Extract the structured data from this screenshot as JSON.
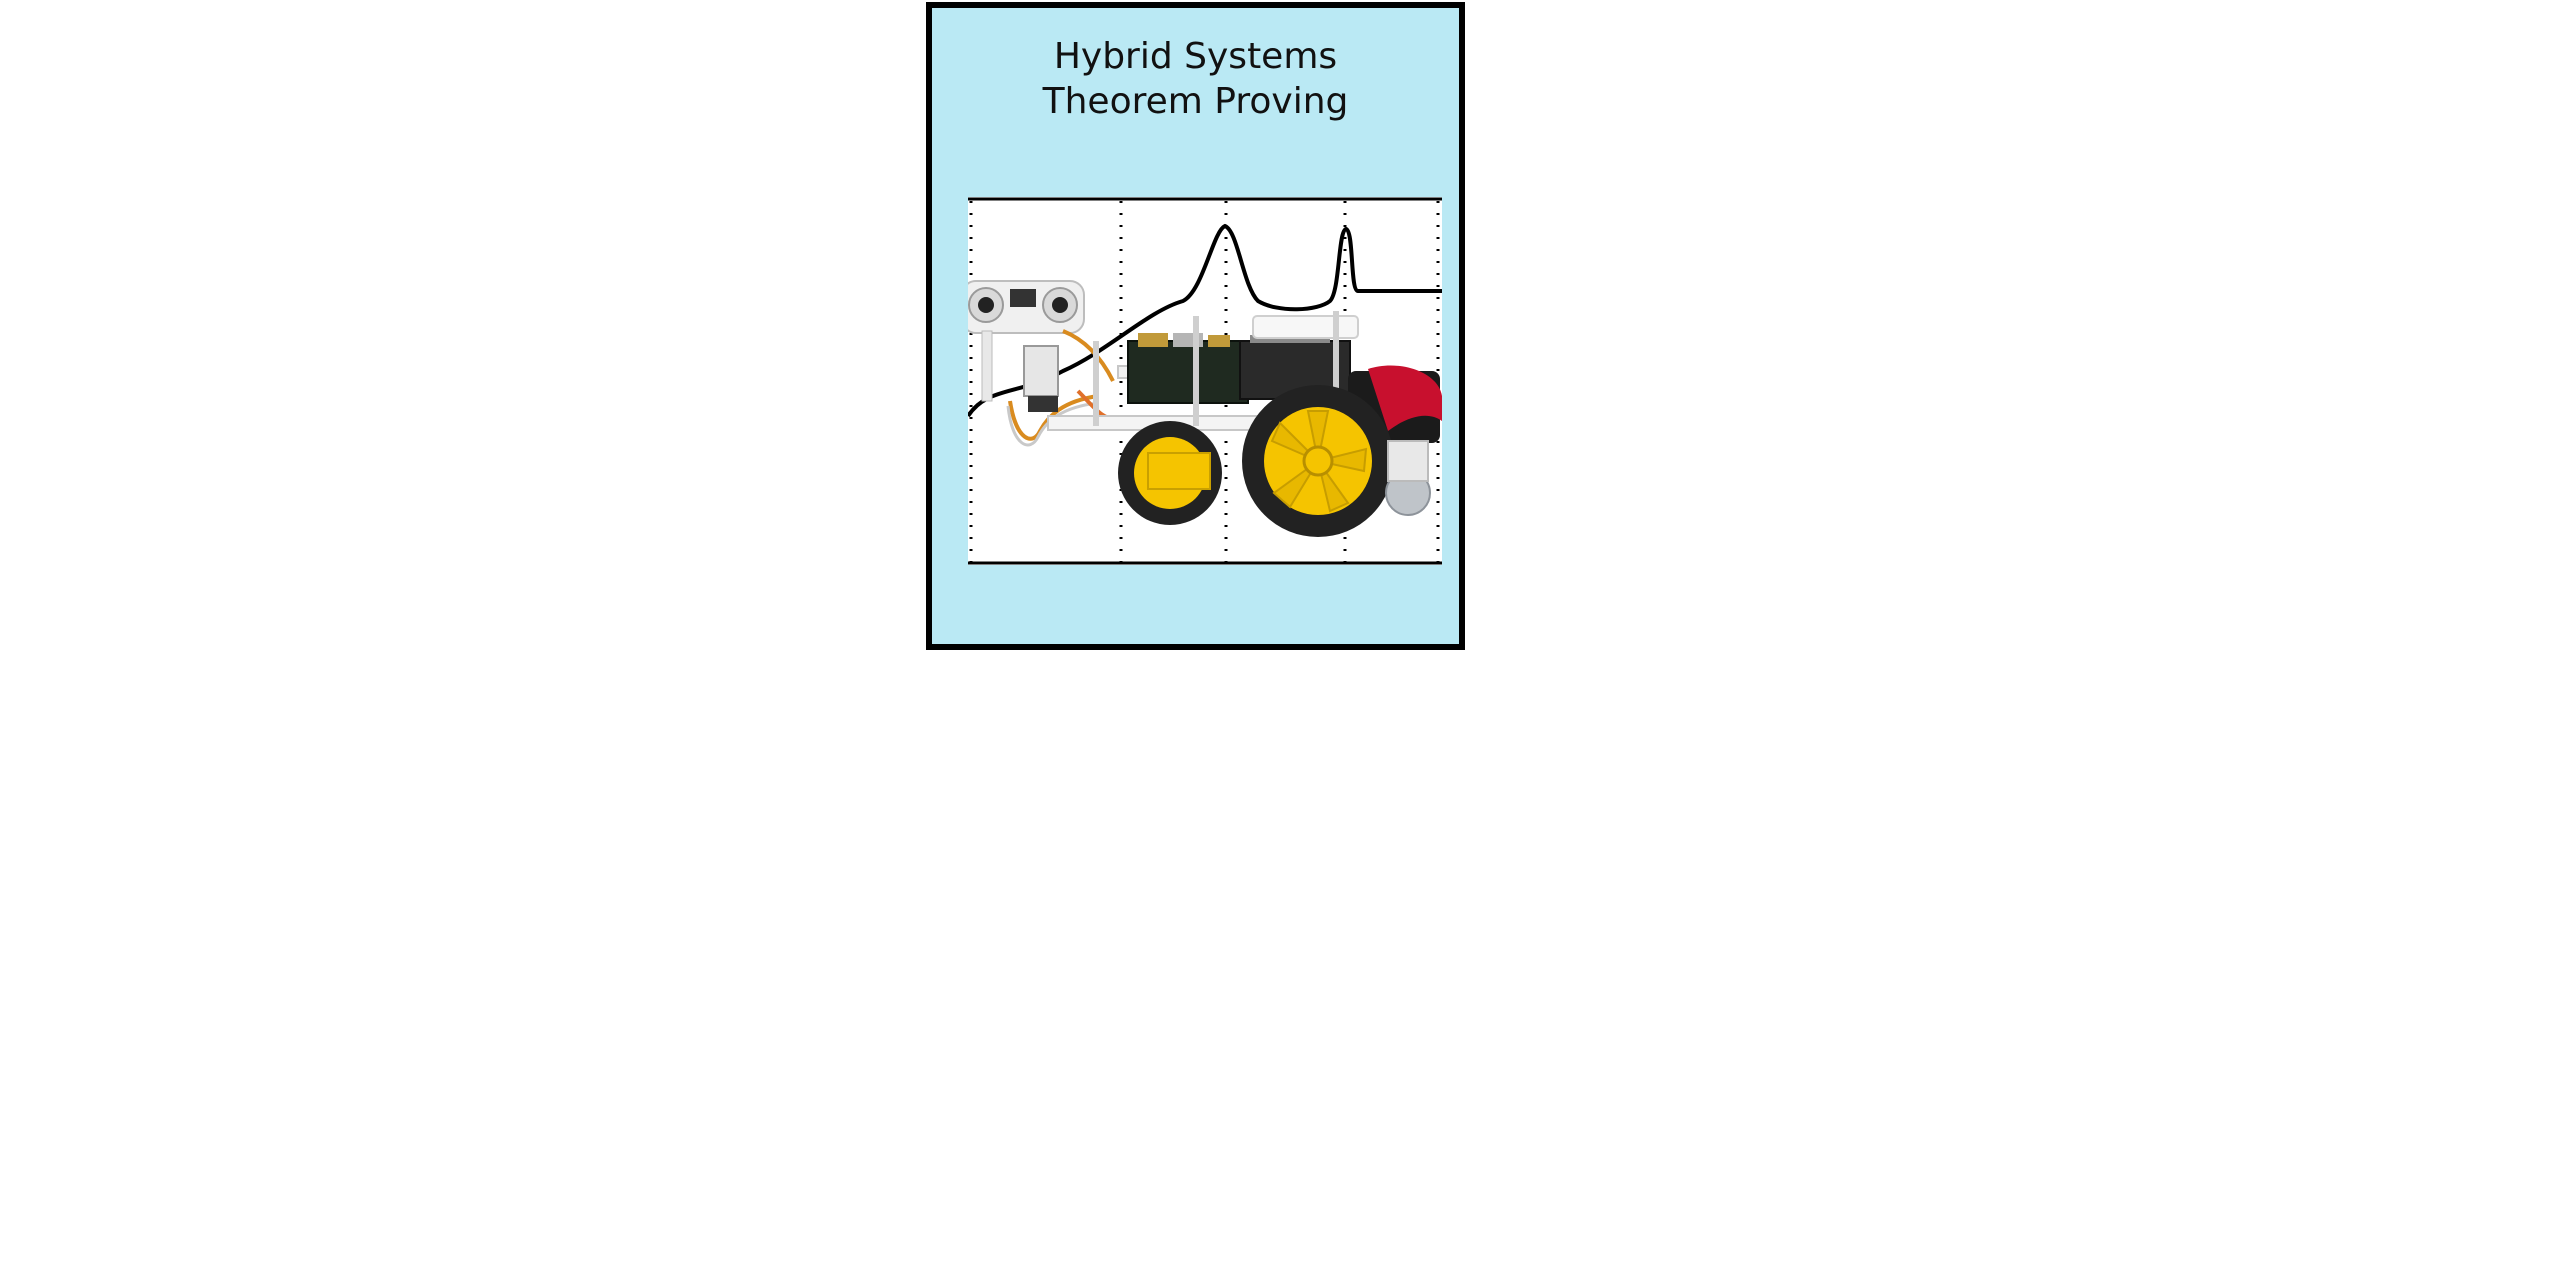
{
  "poster": {
    "title_line1": "Hybrid Systems",
    "title_line2": "Theorem Proving",
    "background_color": "#bae9f4",
    "border_color": "#000000"
  },
  "illustration": {
    "subject": "robot-car-on-signal-chart",
    "wheel_color": "#f5c400",
    "tire_color": "#222222",
    "accent_color": "#c8102e"
  }
}
